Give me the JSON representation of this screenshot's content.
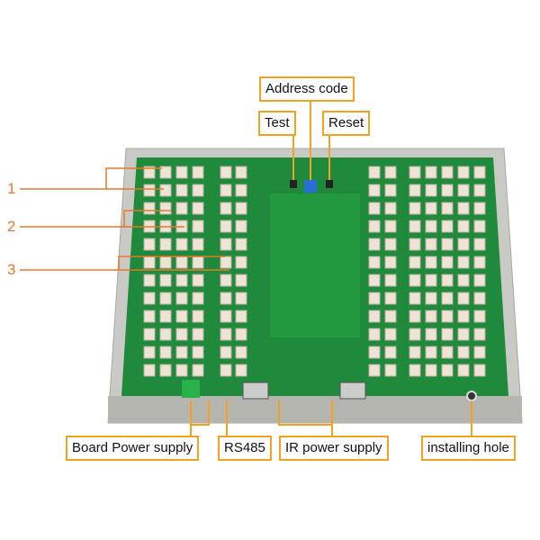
{
  "callouts": {
    "top": [
      "Address code",
      "Test",
      "Reset"
    ],
    "bottom": [
      "Board Power supply",
      "RS485",
      "IR power supply",
      "installing hole"
    ],
    "numbers": [
      "1",
      "2",
      "3"
    ]
  },
  "colors": {
    "callout_border": "#f2a21e",
    "number_color": "#e8782a",
    "pcb": "#1f8a3c",
    "tray": "#c8c8c4"
  }
}
